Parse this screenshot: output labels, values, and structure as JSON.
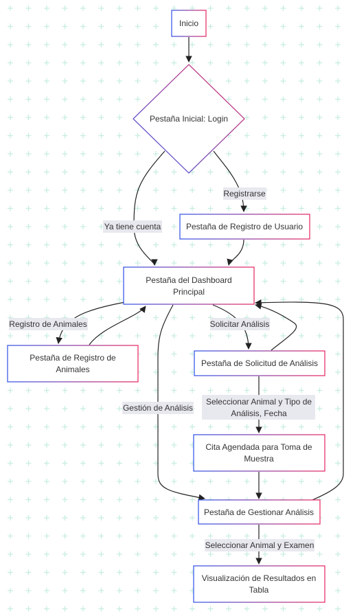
{
  "colors": {
    "grid": "#c8ede0",
    "border_a": "#e8336a",
    "border_b": "#3b5be8",
    "edge": "#222222",
    "edge_label_bg": "#e8e8ef",
    "text": "#333333"
  },
  "nodes": {
    "inicio": "Inicio",
    "login": "Pestaña Inicial: Login",
    "registro_usuario": "Pestaña de Registro de Usuario",
    "dashboard": [
      "Pestaña del Dashboard",
      "Principal"
    ],
    "registro_animales": [
      "Pestaña de Registro de",
      "Animales"
    ],
    "solicitud_analisis": "Pestaña de Solicitud de Análisis",
    "cita_agendada": [
      "Cita Agendada para Toma de",
      "Muestra"
    ],
    "gestionar_analisis": "Pestaña de Gestionar Análisis",
    "visualizacion": [
      "Visualización de Resultados en",
      "Tabla"
    ]
  },
  "edges": {
    "registrarse": "Registrarse",
    "ya_tiene_cuenta": "Ya tiene cuenta",
    "registro_de_animales": "Registro de Animales",
    "solicitar_analisis": "Solicitar Análisis",
    "gestion_de_analisis": "Gestión de Análisis",
    "seleccionar_animal_tipo": [
      "Seleccionar Animal y Tipo de",
      "Análisis, Fecha"
    ],
    "seleccionar_animal_examen": "Seleccionar Animal y Examen"
  }
}
